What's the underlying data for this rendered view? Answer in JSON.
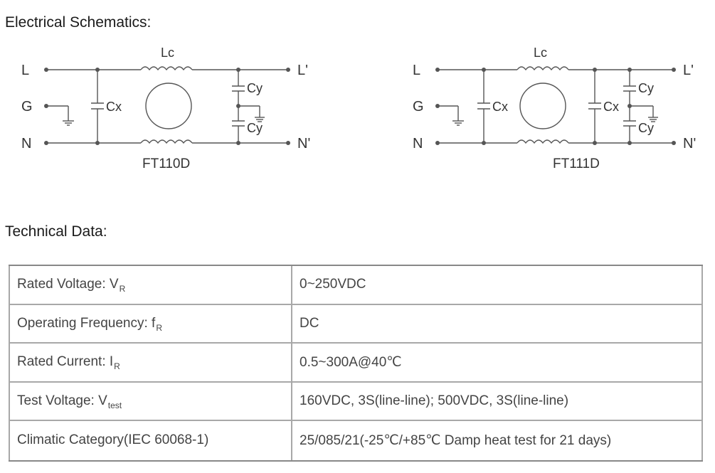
{
  "headings": {
    "schematics": "Electrical Schematics:",
    "technical": "Technical Data:"
  },
  "schematics": [
    {
      "model": "FT110D",
      "terminals": {
        "l": "L",
        "g": "G",
        "n": "N",
        "lp": "L'",
        "np": "N'"
      },
      "components": {
        "lc": "Lc",
        "cx": "Cx",
        "cy_top": "Cy",
        "cy_bottom": "Cy"
      }
    },
    {
      "model": "FT111D",
      "terminals": {
        "l": "L",
        "g": "G",
        "n": "N",
        "lp": "L'",
        "np": "N'"
      },
      "components": {
        "lc": "Lc",
        "cx_in": "Cx",
        "cx_out": "Cx",
        "cy_top": "Cy",
        "cy_bottom": "Cy"
      }
    }
  ],
  "technical_data": [
    {
      "label": "Rated Voltage: V",
      "sub": "R",
      "value": "0~250VDC"
    },
    {
      "label": "Operating Frequency: f",
      "sub": "R",
      "value": "DC"
    },
    {
      "label": "Rated Current: I",
      "sub": "R",
      "value": "0.5~300A@40℃"
    },
    {
      "label": "Test Voltage: V",
      "sub": "test",
      "value": "160VDC, 3S(line-line); 500VDC, 3S(line-line)"
    },
    {
      "label": "Climatic Category(IEC 60068-1)",
      "sub": "",
      "value": "25/085/21(-25℃/+85℃ Damp heat test for 21 days)"
    }
  ]
}
